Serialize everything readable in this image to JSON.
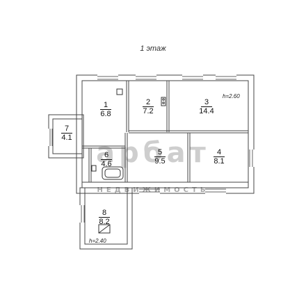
{
  "title": "1 этаж",
  "rooms": [
    {
      "id": "1",
      "number": "1",
      "area": "6.8"
    },
    {
      "id": "2",
      "number": "2",
      "area": "7.2"
    },
    {
      "id": "3",
      "number": "3",
      "area": "14.4"
    },
    {
      "id": "4",
      "number": "4",
      "area": "8.1"
    },
    {
      "id": "5",
      "number": "5",
      "area": "9.5"
    },
    {
      "id": "6",
      "number": "6",
      "area": "4.6"
    },
    {
      "id": "7",
      "number": "7",
      "area": "4.1"
    },
    {
      "id": "8",
      "number": "8",
      "area": "8.2"
    }
  ],
  "heights": {
    "room3": "h=2.60",
    "room8": "h=2.40"
  },
  "watermark": {
    "main": "арбат",
    "sub": "НЕДВИЖИМОСТЬ"
  }
}
